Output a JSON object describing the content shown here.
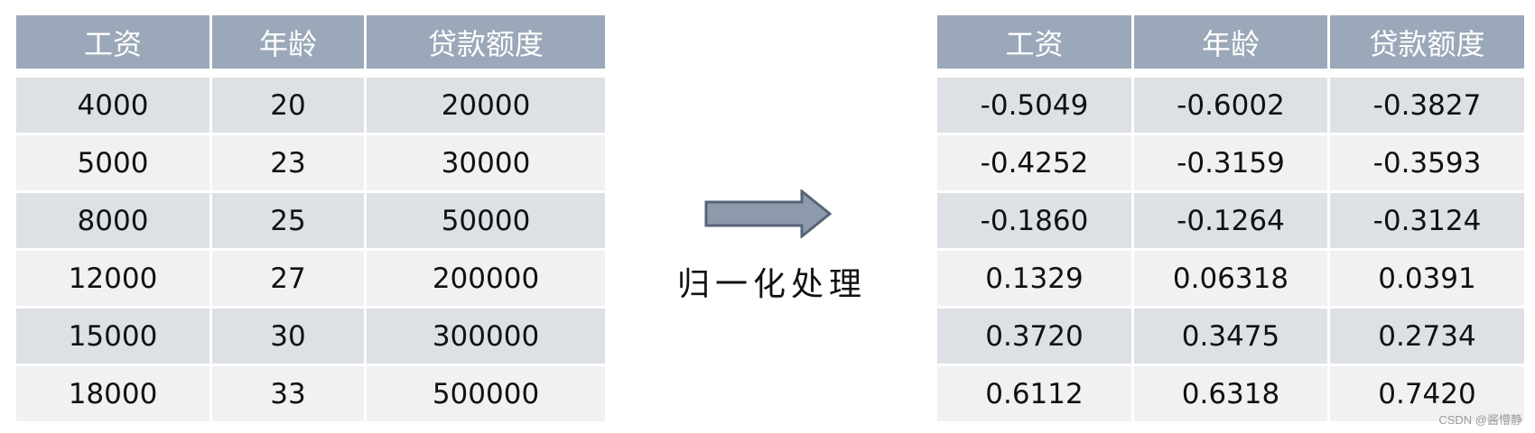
{
  "left_table": {
    "headers": [
      "工资",
      "年龄",
      "贷款额度"
    ],
    "rows": [
      [
        "4000",
        "20",
        "20000"
      ],
      [
        "5000",
        "23",
        "30000"
      ],
      [
        "8000",
        "25",
        "50000"
      ],
      [
        "12000",
        "27",
        "200000"
      ],
      [
        "15000",
        "30",
        "300000"
      ],
      [
        "18000",
        "33",
        "500000"
      ]
    ]
  },
  "right_table": {
    "headers": [
      "工资",
      "年龄",
      "贷款额度"
    ],
    "rows": [
      [
        "-0.5049",
        "-0.6002",
        "-0.3827"
      ],
      [
        "-0.4252",
        "-0.3159",
        "-0.3593"
      ],
      [
        "-0.1860",
        "-0.1264",
        "-0.3124"
      ],
      [
        "0.1329",
        "0.06318",
        "0.0391"
      ],
      [
        "0.3720",
        "0.3475",
        "0.2734"
      ],
      [
        "0.6112",
        "0.6318",
        "0.7420"
      ]
    ]
  },
  "process_label": "归一化处理",
  "watermark": "CSDN @酱懵静",
  "colors": {
    "header_bg": "#9aa8b9",
    "row_odd": "#dde1e6",
    "row_even": "#eff1f3",
    "arrow_fill": "#8c9aab",
    "arrow_stroke": "#566577"
  }
}
